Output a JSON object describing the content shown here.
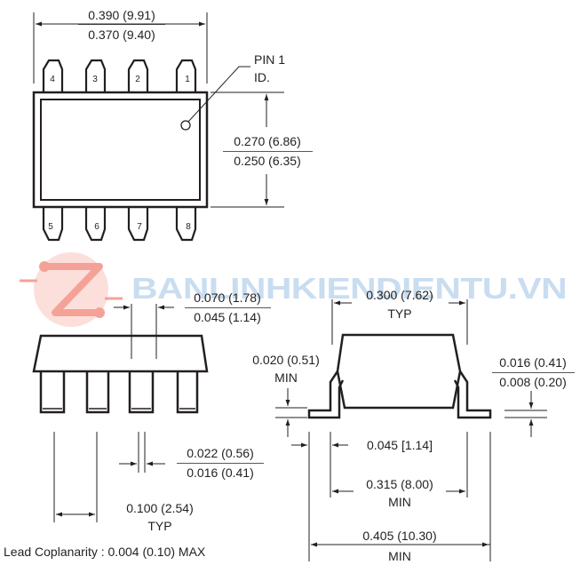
{
  "top_view": {
    "width_max": "0.390 (9.91)",
    "width_min": "0.370 (9.40)",
    "height_max": "0.270 (6.86)",
    "height_min": "0.250 (6.35)",
    "pin1_label_line1": "PIN 1",
    "pin1_label_line2": "ID.",
    "top_pins": [
      "4",
      "3",
      "2",
      "1"
    ],
    "bottom_pins": [
      "5",
      "6",
      "7",
      "8"
    ]
  },
  "side_view": {
    "pin_width_max": "0.070 (1.78)",
    "pin_width_min": "0.045 (1.14)",
    "lead_width_max": "0.022 (0.56)",
    "lead_width_min": "0.016 (0.41)",
    "pitch": "0.100 (2.54)",
    "pitch_note": "TYP"
  },
  "end_view": {
    "body_width": "0.300 (7.62)",
    "body_width_note": "TYP",
    "standoff": "0.020 (0.51)",
    "standoff_note": "MIN",
    "lead_thk_max": "0.016 (0.41)",
    "lead_thk_min": "0.008 (0.20)",
    "foot_length": "0.045 [1.14]",
    "inner_span": "0.315 (8.00)",
    "inner_span_note": "MIN",
    "outer_span": "0.405 (10.30)",
    "outer_span_note": "MIN"
  },
  "coplanarity_note": "Lead Coplanarity : 0.004 (0.10) MAX",
  "watermark": {
    "text": "BANLINHKIENDIENTU.VN",
    "logo_color": "#f07c6c",
    "text_color": "#9ec2e4"
  },
  "colors": {
    "line": "#231f20",
    "background": "#ffffff"
  }
}
